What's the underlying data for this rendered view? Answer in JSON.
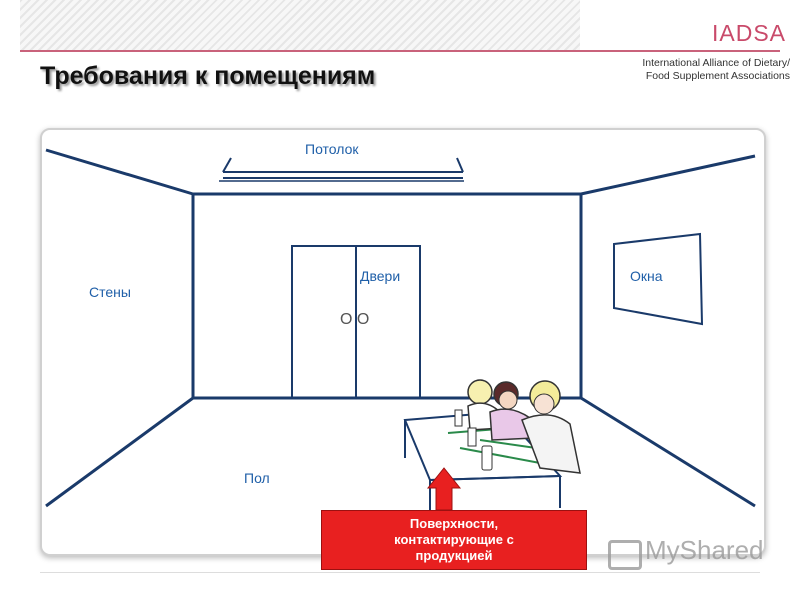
{
  "header": {
    "logo_text": "IADSA",
    "alliance_line1": "International Alliance of Dietary/",
    "alliance_line2": "Food Supplement Associations",
    "title": "Требования к помещениям"
  },
  "room": {
    "ceiling": "Потолок",
    "walls": "Стены",
    "doors": "Двери",
    "windows": "Окна",
    "floor": "Пол",
    "door_knobs": "O O"
  },
  "callout": {
    "line1": "Поверхности,",
    "line2": "контактирующие с",
    "line3": "продукцией"
  },
  "colors": {
    "accent": "#c94a6a",
    "label_blue": "#1f5fa8",
    "callout_red": "#e82020"
  },
  "watermark": {
    "text": "MyShared"
  }
}
